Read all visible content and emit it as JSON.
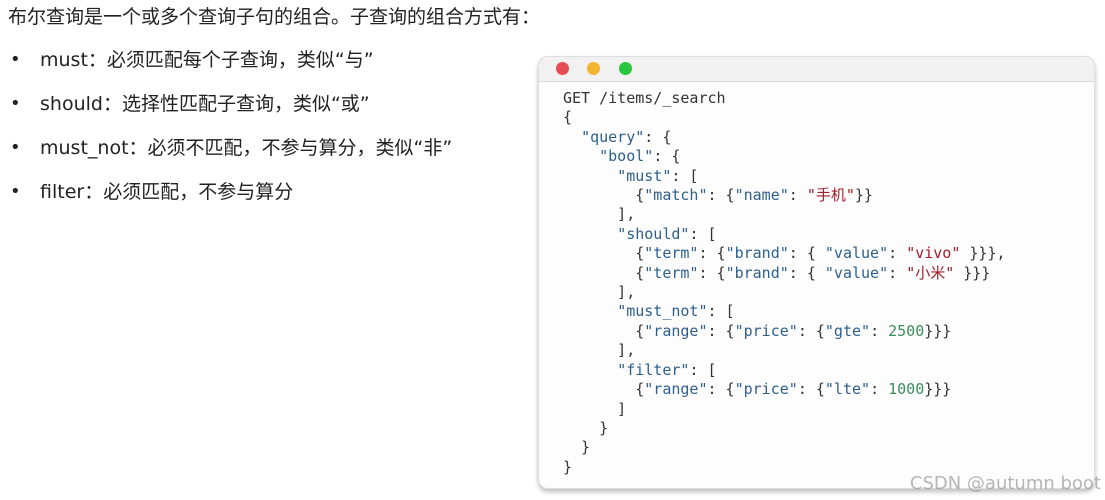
{
  "intro": "布尔查询是一个或多个查询子句的组合。子查询的组合方式有：",
  "bullets": [
    {
      "bullet": "•",
      "text": "must：必须匹配每个子查询，类似“与”"
    },
    {
      "bullet": "•",
      "text": "should：选择性匹配子查询，类似“或”"
    },
    {
      "bullet": "•",
      "text": "must_not：必须不匹配，不参与算分，类似“非”"
    },
    {
      "bullet": "•",
      "text": "filter：必须匹配，不参与算分"
    }
  ],
  "window": {
    "traffic_lights": [
      "close",
      "minimize",
      "maximize"
    ],
    "colors": {
      "close": "#e84b55",
      "minimize": "#f1b52e",
      "maximize": "#29c53f",
      "key": "#2d5f8e",
      "string": "#a31c2c",
      "number": "#3a8e5a"
    },
    "code": {
      "request": "GET /items/_search",
      "lines": [
        "{",
        "  \"query\": {",
        "    \"bool\": {",
        "      \"must\": [",
        "        {\"match\": {\"name\": \"手机\"}}",
        "      ],",
        "      \"should\": [",
        "        {\"term\": {\"brand\": { \"value\": \"vivo\" }}},",
        "        {\"term\": {\"brand\": { \"value\": \"小米\" }}}",
        "      ],",
        "      \"must_not\": [",
        "        {\"range\": {\"price\": {\"gte\": 2500}}}",
        "      ],",
        "      \"filter\": [",
        "        {\"range\": {\"price\": {\"lte\": 1000}}}",
        "      ]",
        "    }",
        "  }",
        "}"
      ],
      "tokens": {
        "query": "\"query\"",
        "bool": "\"bool\"",
        "must": "\"must\"",
        "match": "\"match\"",
        "name": "\"name\"",
        "name_val": "\"手机\"",
        "should": "\"should\"",
        "term": "\"term\"",
        "brand": "\"brand\"",
        "value": "\"value\"",
        "vivo": "\"vivo\"",
        "xiaomi": "\"小米\"",
        "must_not": "\"must_not\"",
        "range": "\"range\"",
        "price": "\"price\"",
        "gte": "\"gte\"",
        "gte_val": "2500",
        "filter": "\"filter\"",
        "lte": "\"lte\"",
        "lte_val": "1000"
      }
    }
  },
  "watermark": "CSDN @autumn boot"
}
